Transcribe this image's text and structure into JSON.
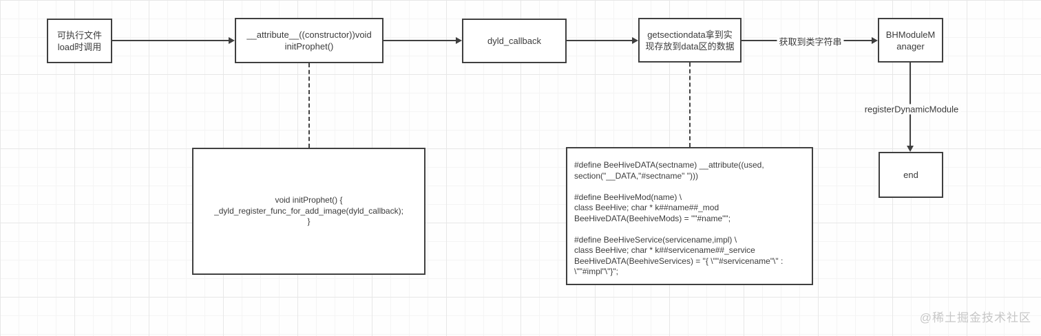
{
  "diagram": {
    "nodes": {
      "executable": {
        "label": "可执行文件\nload时调用"
      },
      "constructor": {
        "label": "__attribute__((constructor))void\ninitProphet()"
      },
      "dyld_callback": {
        "label": "dyld_callback"
      },
      "getsectiondata": {
        "label": "getsectiondata拿到实\n现存放到data区的数据"
      },
      "bh_module_manager": {
        "label": "BHModuleM\nanager"
      },
      "end": {
        "label": "end"
      },
      "init_prophet_code": {
        "code": "void initProphet() {\n_dyld_register_func_for_add_image(dyld_callback);\n}"
      },
      "beehive_macros_code": {
        "code": "#define BeeHiveDATA(sectname) __attribute((used,\nsection(\"__DATA,\"#sectname\" \")))\n\n#define BeeHiveMod(name) \\\nclass BeeHive; char * k##name##_mod\nBeeHiveDATA(BeehiveMods) = \"\"#name\"\";\n\n#define BeeHiveService(servicename,impl) \\\nclass BeeHive; char * k##servicename##_service\nBeeHiveDATA(BeehiveServices) = \"{ \\\"\"#servicename\"\\\" :\n\\\"\"#impl\"\\\"}\";"
      }
    },
    "edge_labels": {
      "get_class_string": "获取到类字符串",
      "register_dynamic_module": "registerDynamicModule"
    },
    "colors": {
      "line": "#3f3f3f",
      "node_border": "#3f3f3f",
      "text": "#3b3b3b",
      "grid": "#e7e7e7",
      "watermark": "#c7c7c7"
    }
  },
  "watermark": {
    "text": "@稀土掘金技术社区"
  }
}
